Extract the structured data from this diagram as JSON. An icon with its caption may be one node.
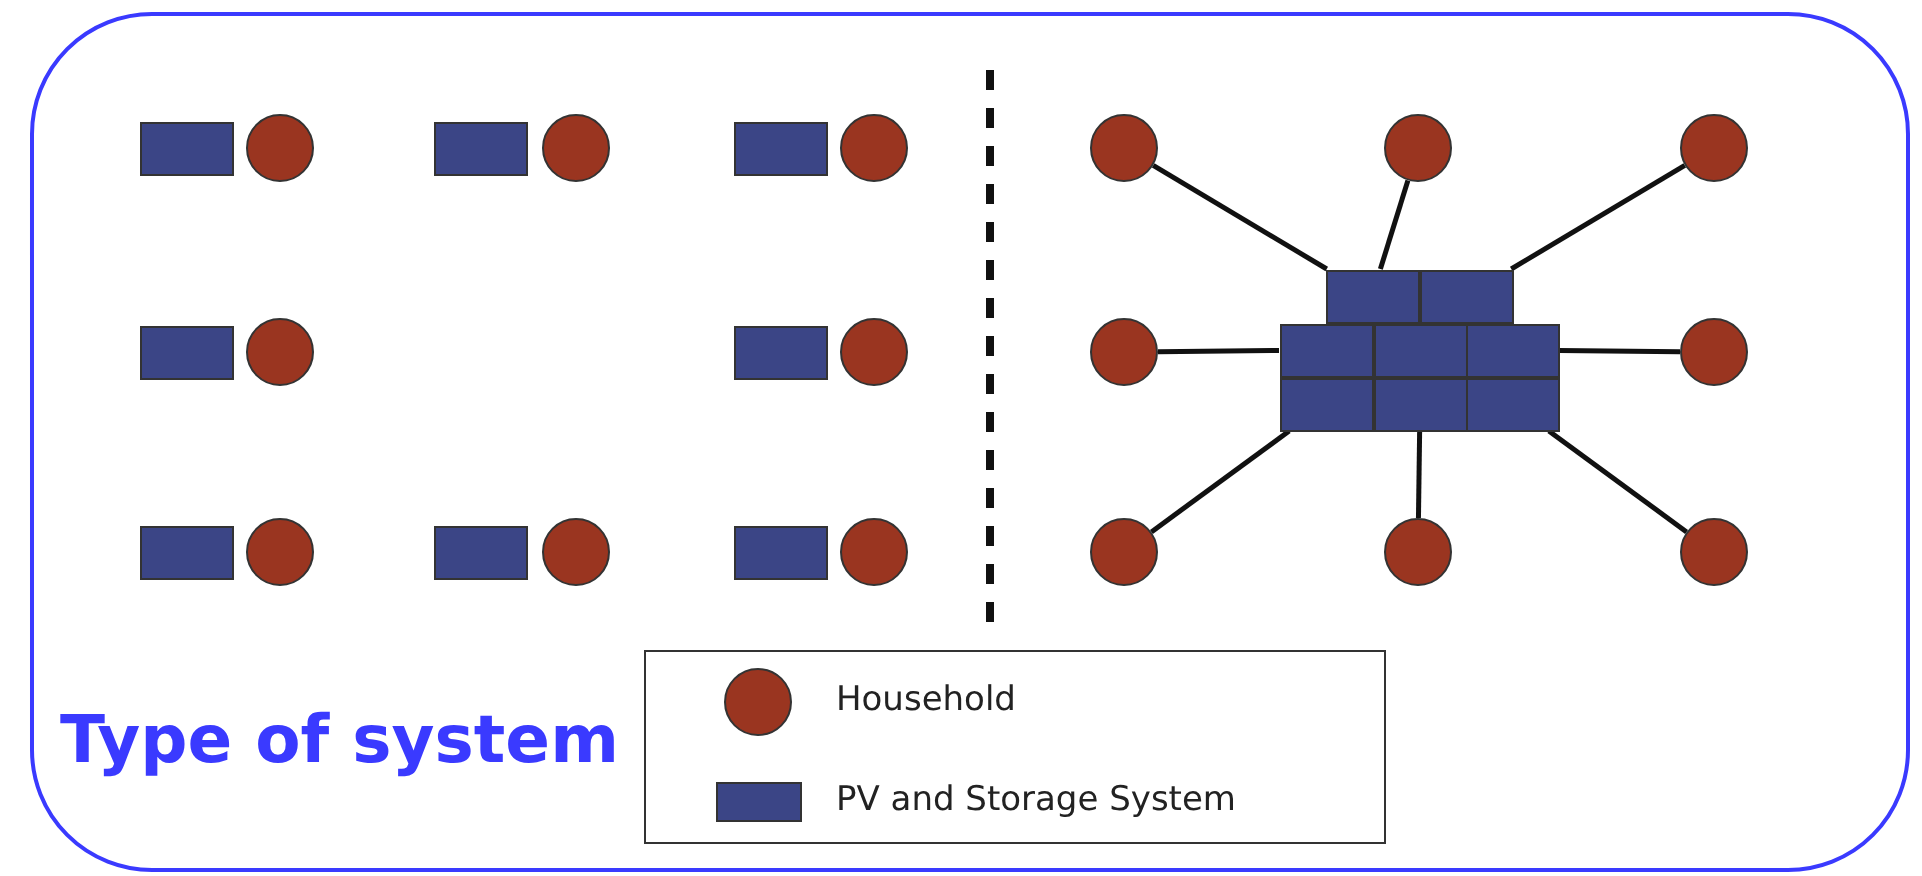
{
  "diagram": {
    "title": "Type of system",
    "nodes": [
      {
        "text": [],
        "shape": "box"
      },
      {
        "text": [],
        "shape": "circle"
      },
      {
        "text": [],
        "shape": "box"
      },
      {
        "text": [],
        "shape": "circle"
      },
      {
        "text": [],
        "shape": "box"
      },
      {
        "text": [],
        "shape": "circle"
      },
      {
        "text": [],
        "shape": "box"
      },
      {
        "text": [],
        "shape": "circle"
      },
      {
        "text": [],
        "shape": "box"
      },
      {
        "text": [],
        "shape": "circle"
      },
      {
        "text": [],
        "shape": "box"
      },
      {
        "text": [],
        "shape": "circle"
      },
      {
        "text": [],
        "shape": "box"
      },
      {
        "text": [],
        "shape": "circle"
      },
      {
        "text": [],
        "shape": "box"
      },
      {
        "text": [],
        "shape": "circle"
      },
      {
        "text": [],
        "shape": "circle"
      },
      {
        "text": [],
        "shape": "circle"
      },
      {
        "text": [],
        "shape": "circle"
      },
      {
        "text": [],
        "shape": "box"
      },
      {
        "text": [],
        "shape": "box"
      },
      {
        "text": [],
        "shape": "circle"
      },
      {
        "text": [],
        "shape": "box"
      },
      {
        "text": [],
        "shape": "box"
      },
      {
        "text": [],
        "shape": "box"
      },
      {
        "text": [],
        "shape": "circle"
      },
      {
        "text": [],
        "shape": "box"
      },
      {
        "text": [],
        "shape": "box"
      },
      {
        "text": [],
        "shape": "box"
      },
      {
        "text": [],
        "shape": "circle"
      },
      {
        "text": [],
        "shape": "circle"
      },
      {
        "text": [],
        "shape": "circle"
      }
    ],
    "edges": [
      {
        "from": 16,
        "to": 19,
        "arrow": "none"
      },
      {
        "from": 17,
        "to": 19,
        "arrow": "none"
      },
      {
        "from": 18,
        "to": 20,
        "arrow": "none"
      },
      {
        "from": 21,
        "to": 22,
        "arrow": "none"
      },
      {
        "from": 25,
        "to": 24,
        "arrow": "none"
      },
      {
        "from": 29,
        "to": 26,
        "arrow": "none"
      },
      {
        "from": 30,
        "to": 27,
        "arrow": "none"
      },
      {
        "from": 31,
        "to": 28,
        "arrow": "none"
      }
    ],
    "legend": [
      {
        "text": "Household"
      },
      {
        "text": "PV and Storage System"
      }
    ]
  }
}
